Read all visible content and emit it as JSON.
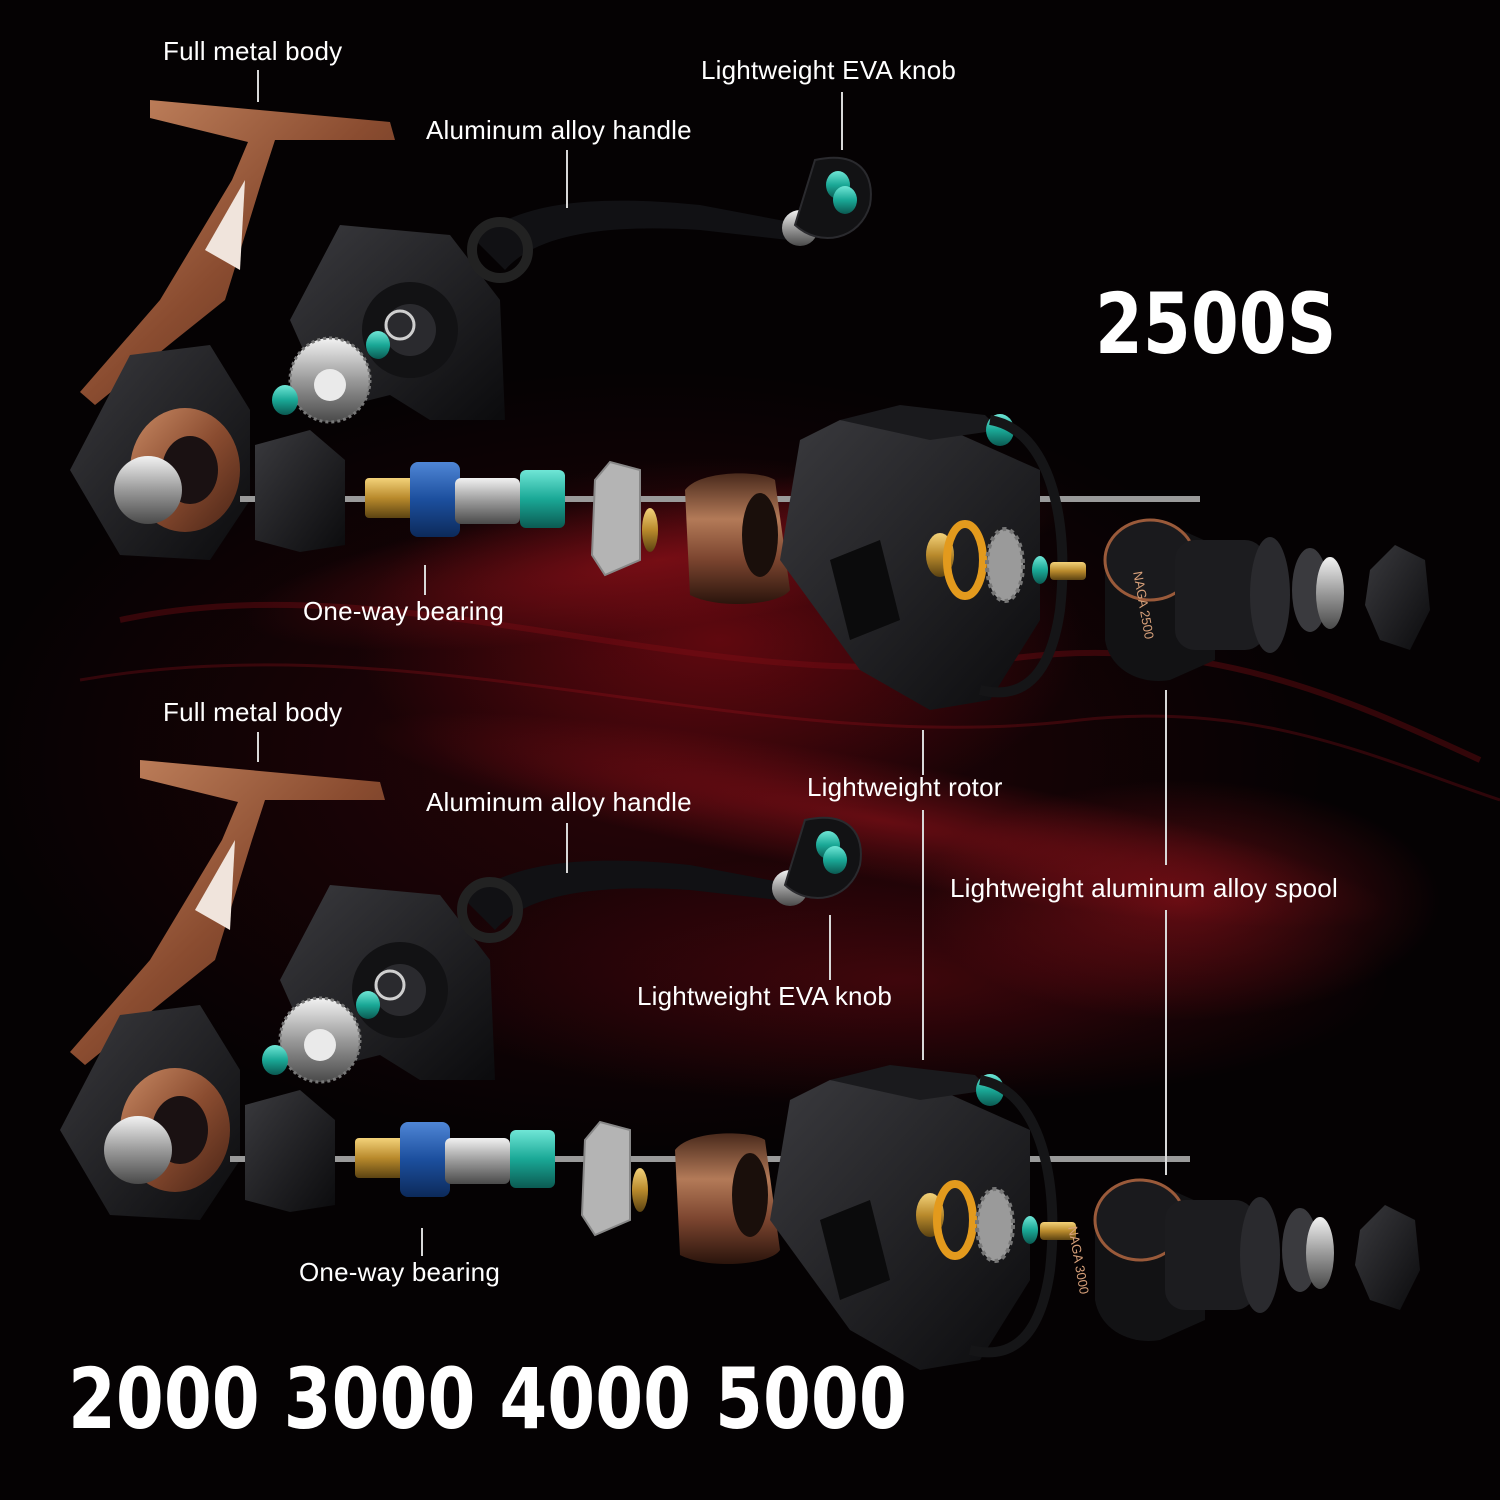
{
  "models": {
    "top": "2500S",
    "bottom": "2000 3000 4000 5000"
  },
  "spool_print": {
    "top": "NAGA 2500",
    "bottom": "NAGA 3000"
  },
  "reel_top": {
    "full_metal_body": "Full metal body",
    "eva_knob": "Lightweight EVA knob",
    "handle": "Aluminum alloy handle",
    "one_way_bearing": "One-way bearing"
  },
  "reel_bottom": {
    "full_metal_body": "Full metal body",
    "handle": "Aluminum alloy handle",
    "rotor": "Lightweight rotor",
    "spool": "Lightweight aluminum alloy spool",
    "eva_knob": "Lightweight EVA knob",
    "one_way_bearing": "One-way bearing"
  },
  "colors": {
    "background": "#050203",
    "glow": "#96101a",
    "bronze": "#9a5a3a",
    "teal": "#1fb8a6",
    "blue": "#1f5bb0"
  }
}
